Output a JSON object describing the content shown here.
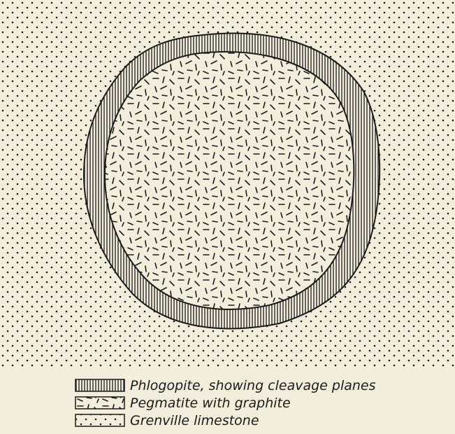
{
  "legend": {
    "items": [
      {
        "key": "phlogopite",
        "label": "Phlogopite, showing cleavage planes"
      },
      {
        "key": "pegmatite",
        "label": "Pegmatite with graphite"
      },
      {
        "key": "limestone",
        "label": "Grenville limestone"
      }
    ]
  },
  "colors": {
    "background": "#f3eedb",
    "ink": "#1a1a1a"
  }
}
